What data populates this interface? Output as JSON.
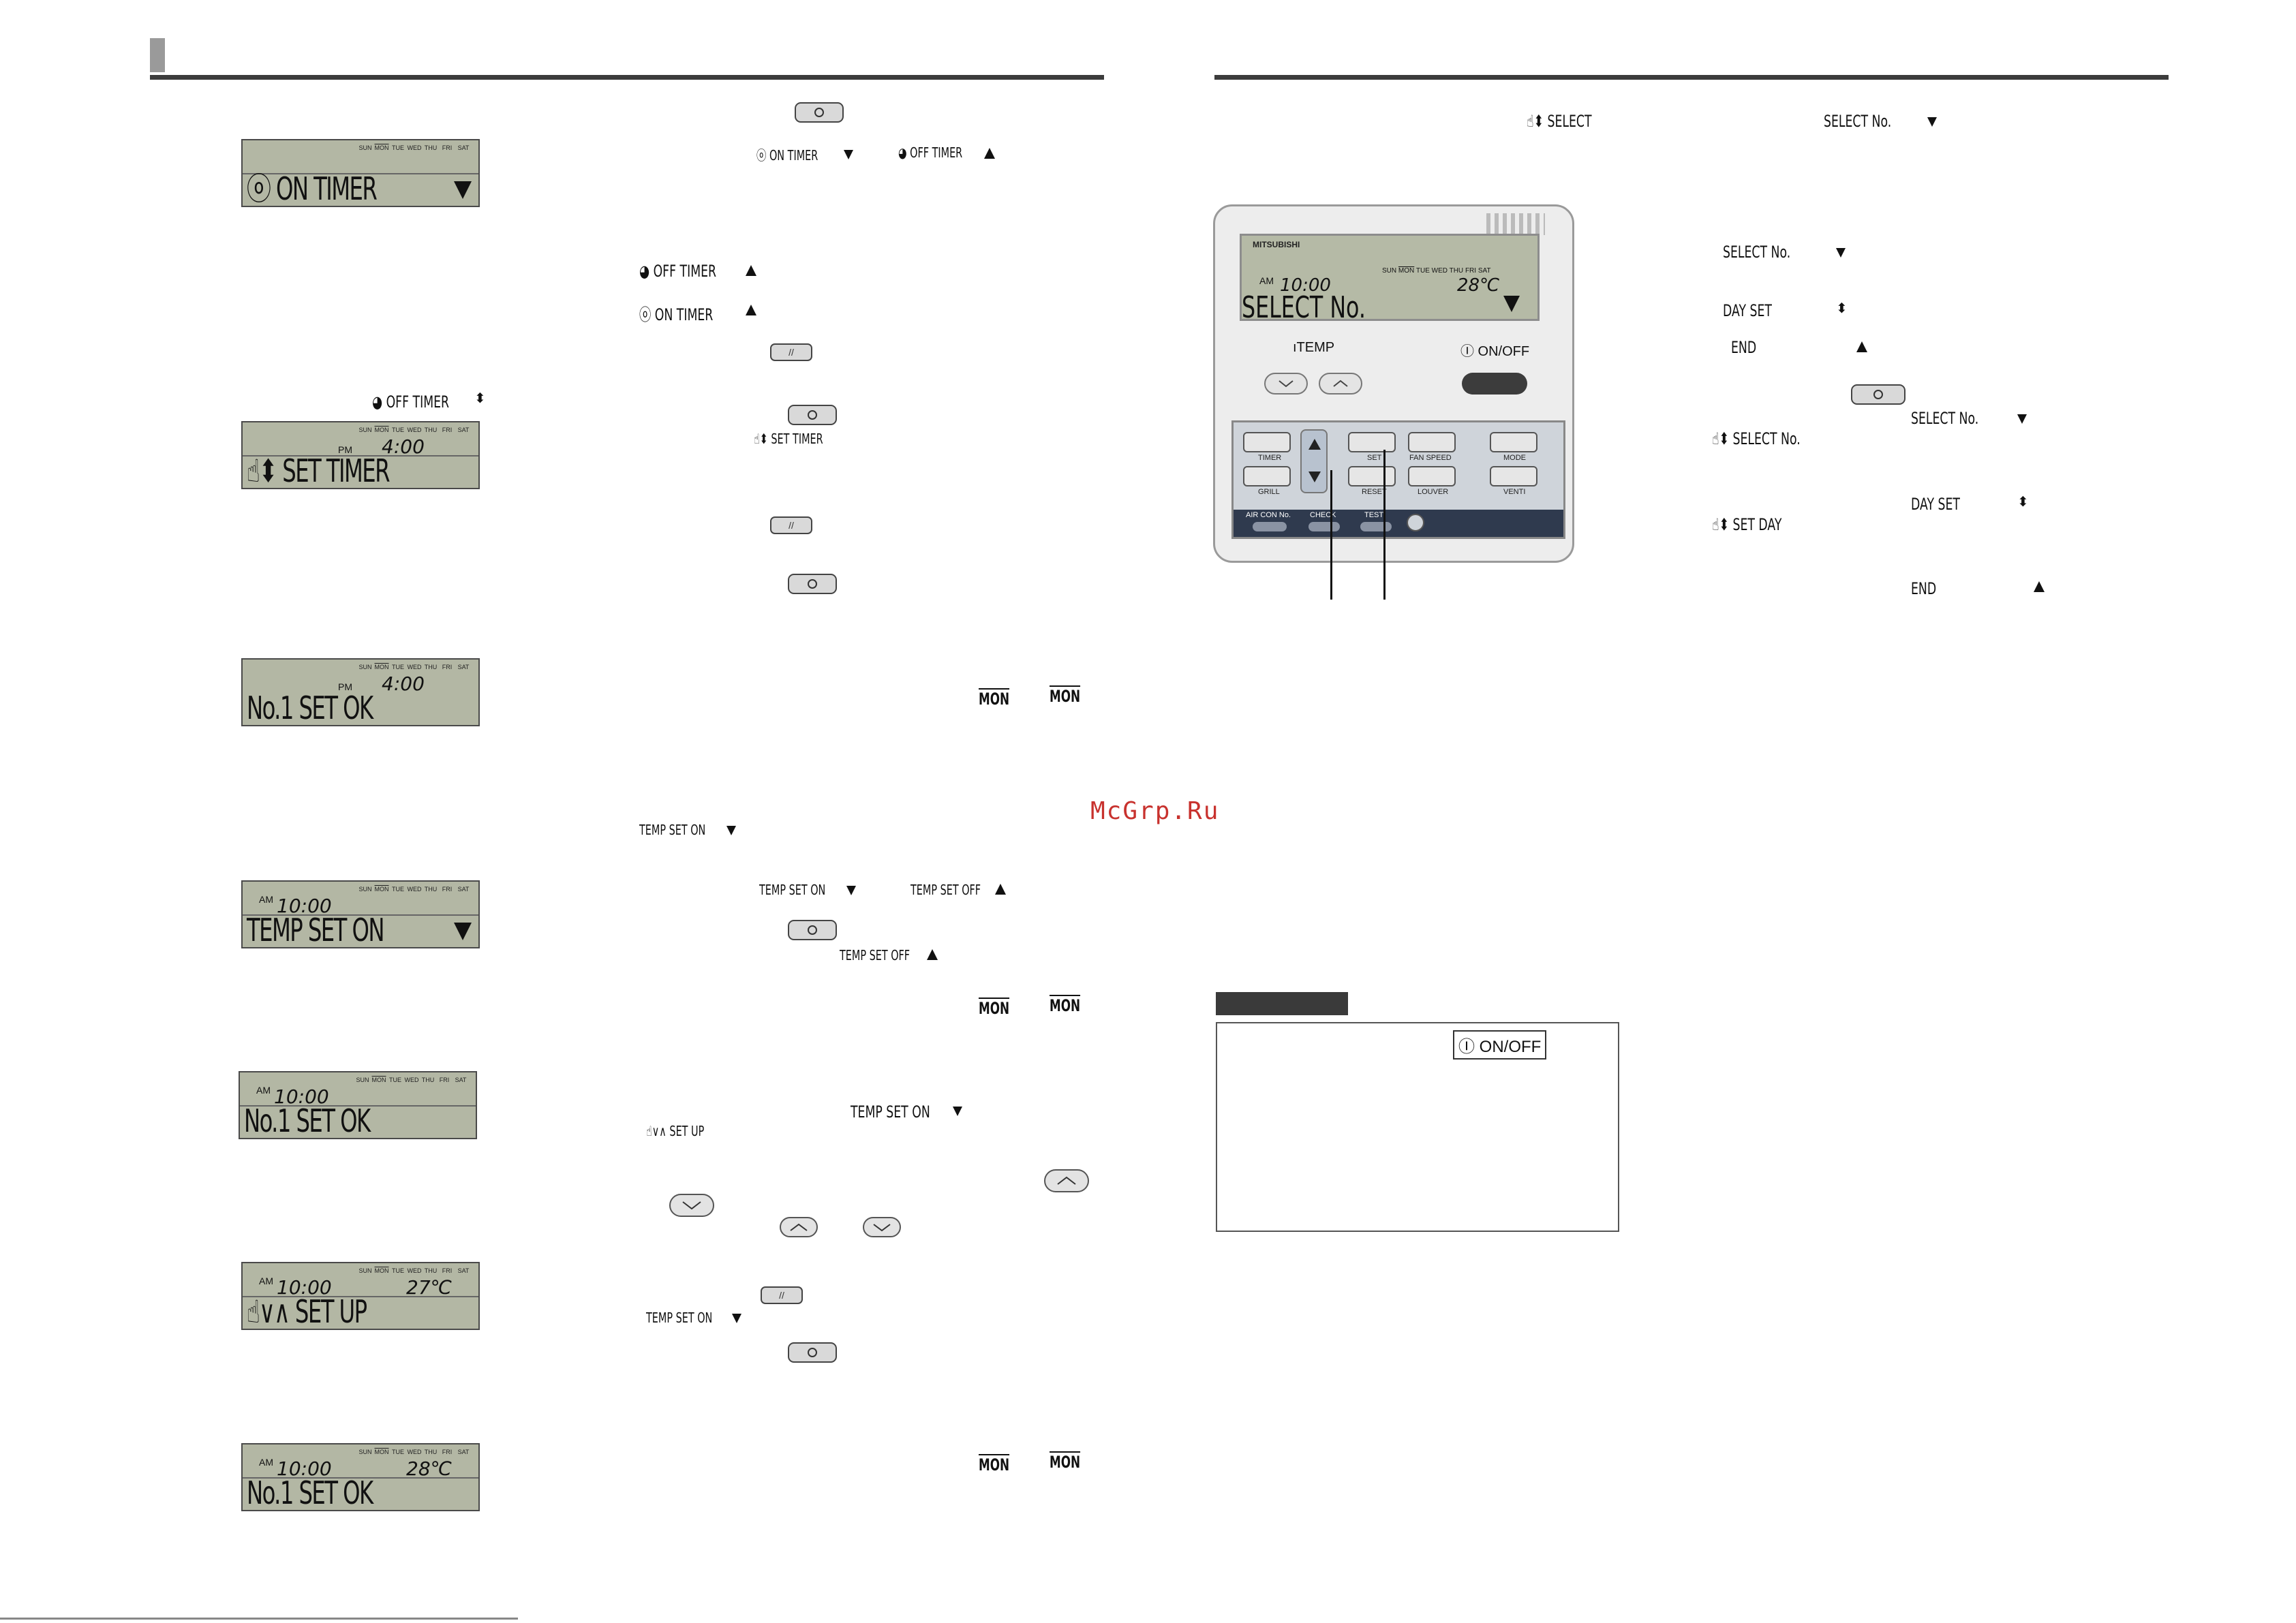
{
  "left_page": {
    "lcd_days": [
      "SUN",
      "MON",
      "TUE",
      "WED",
      "THU",
      "FRI",
      "SAT"
    ],
    "screens": [
      {
        "text": "ⓞ ON TIMER",
        "time": "",
        "ampm": "",
        "temp": ""
      },
      {
        "text": "☝⬍ SET TIMER",
        "time": "4:00",
        "ampm": "PM",
        "temp": ""
      },
      {
        "text": "No.1 SET OK",
        "time": "4:00",
        "ampm": "PM",
        "temp": ""
      },
      {
        "text": "TEMP SET ON",
        "time": "10:00",
        "ampm": "AM",
        "temp": ""
      },
      {
        "text": "No.1 SET OK",
        "time": "10:00",
        "ampm": "AM",
        "temp": ""
      },
      {
        "text": "☝∨∧ SET UP",
        "time": "10:00",
        "ampm": "AM",
        "temp": "27℃"
      },
      {
        "text": "No.1 SET OK",
        "time": "10:00",
        "ampm": "AM",
        "temp": "28℃"
      }
    ],
    "labels": {
      "on_timer": "ⓞ ON TIMER",
      "off_timer": "◕ OFF TIMER",
      "off_timer_2": "◕ OFF TIMER",
      "on_timer_2": "ⓞ ON TIMER",
      "off_timer_screen": "◕ OFF TIMER",
      "set_timer": "☝⬍ SET TIMER",
      "temp_set_on_1": "TEMP SET ON",
      "temp_set_on_2": "TEMP SET ON",
      "temp_set_off_1": "TEMP SET OFF",
      "temp_set_off_2": "TEMP SET OFF",
      "temp_set_on_3": "TEMP SET ON",
      "set_up": "☝∨∧ SET UP",
      "temp_set_on_4": "TEMP SET ON",
      "mon": "MON"
    }
  },
  "right_page": {
    "labels": {
      "select": "☝⬍ SELECT",
      "select_no_top": "SELECT No.",
      "select_no_1": "SELECT No.",
      "day_set_1": "DAY SET",
      "end_1": "END",
      "select_no_2": "SELECT No.",
      "select_no_hand": "☝⬍ SELECT No.",
      "day_set_2": "DAY SET",
      "set_day_hand": "☝⬍ SET DAY",
      "end_2": "END"
    },
    "remote": {
      "brand": "MITSUBISHI",
      "lcd_time": "10:00",
      "lcd_ampm": "AM",
      "lcd_temp": "28℃",
      "lcd_text": "SELECT No.",
      "temp_label": "ıTEMP",
      "onoff_label": "Ⓘ ON/OFF",
      "keys": [
        "TIMER",
        "SET",
        "FAN SPEED",
        "MODE",
        "GRILL",
        "RESET",
        "LOUVER",
        "VENTI"
      ],
      "bar_keys": [
        "AIR CON No.",
        "CHECK",
        "TEST"
      ]
    },
    "note_onoff": "Ⓘ ON/OFF"
  },
  "watermark": "McGrp.Ru"
}
